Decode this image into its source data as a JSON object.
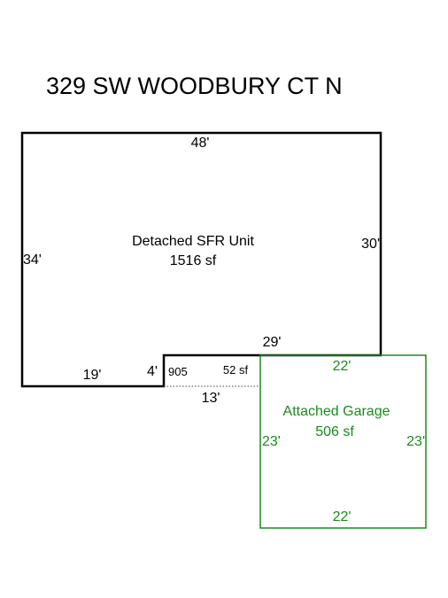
{
  "title": "329 SW WOODBURY CT N",
  "house": {
    "name": "Detached SFR Unit",
    "area": "1516 sf",
    "dims": {
      "top": "48'",
      "left": "34'",
      "right": "30'",
      "notch_top": "29'",
      "bottom_left": "19'",
      "notch_side": "4'"
    }
  },
  "porch": {
    "code": "905",
    "area": "52 sf",
    "bottom": "13'"
  },
  "garage": {
    "name": "Attached Garage",
    "area": "506 sf",
    "dims": {
      "top": "22'",
      "bottom": "22'",
      "left": "23'",
      "right": "23'"
    }
  },
  "colors": {
    "house": "#000000",
    "garage": "#1a8a1a"
  }
}
